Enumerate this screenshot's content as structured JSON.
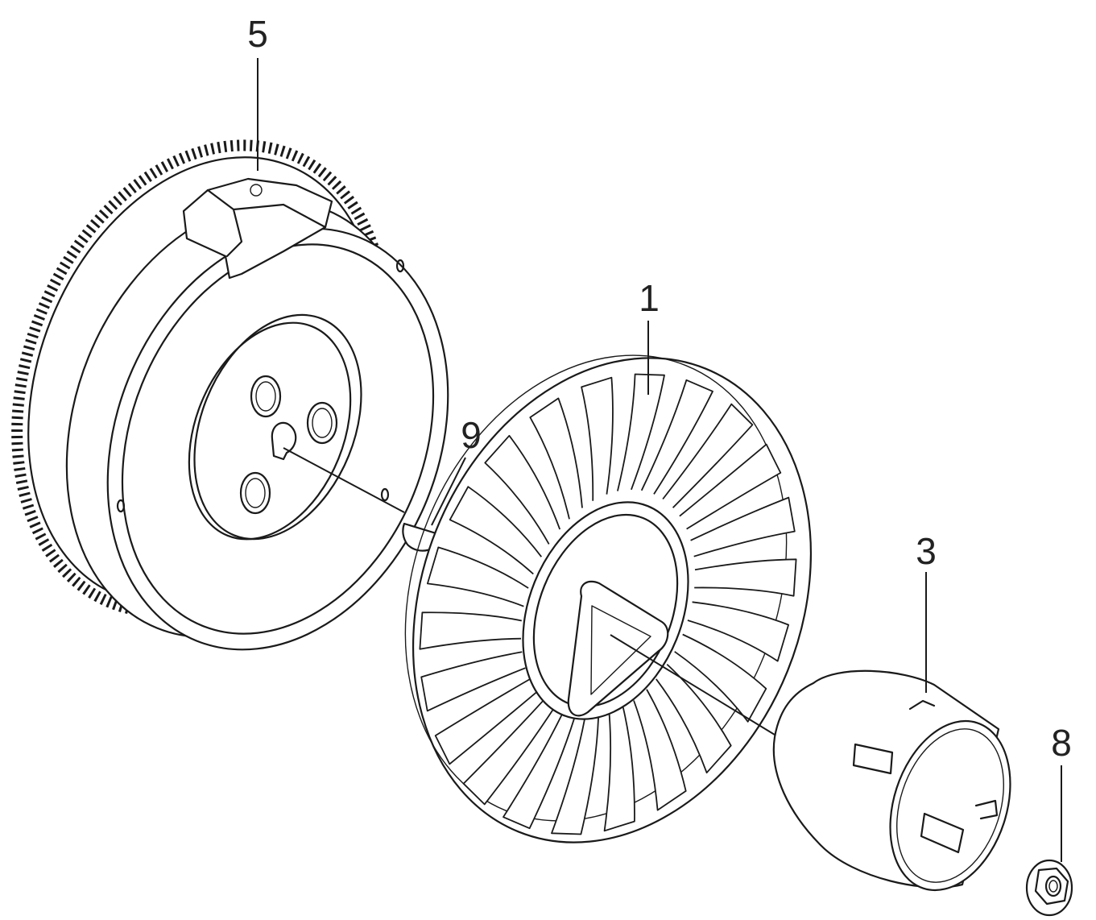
{
  "callouts": {
    "part_5": "5",
    "part_1": "1",
    "part_9": "9",
    "part_3": "3",
    "part_8": "8"
  },
  "colors": {
    "line": "#1a1a1a",
    "background": "#ffffff"
  }
}
